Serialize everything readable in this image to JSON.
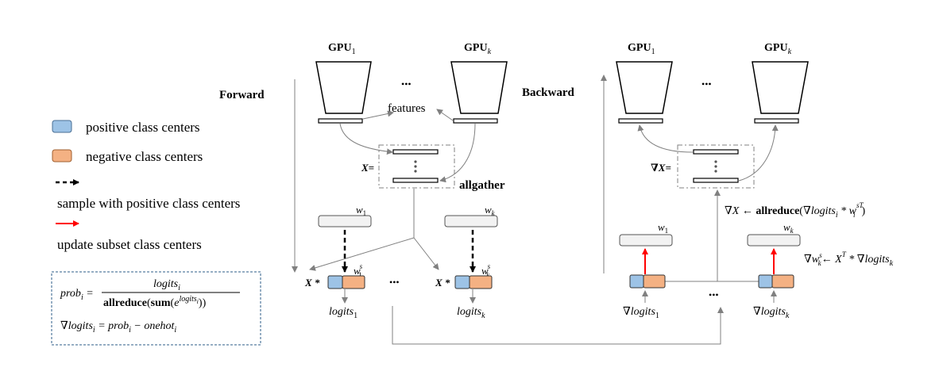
{
  "labels": {
    "forward": "Forward",
    "backward": "Backward",
    "gpu_base": "GPU",
    "gpu_first_sub": "1",
    "gpu_last_sub": "k",
    "ellipsis": "•••",
    "features": "features",
    "allgather": "allgather",
    "x_eq": "X=",
    "grad_x_eq": "∇X=",
    "x_star": "X *",
    "w1": "w",
    "w1_sub": "1",
    "wk": "w",
    "wk_sub": "k",
    "w1s": "w",
    "w1s_sub": "1",
    "w1s_sup": "s",
    "wks": "w",
    "wks_sub": "k",
    "wks_sup": "s",
    "logits1": "logits",
    "logits1_sub": "1",
    "logitsk": "logits",
    "logitsk_sub": "k",
    "grad_logits1": "∇logits",
    "grad_logits1_sub": "1",
    "grad_logitsk": "∇logits",
    "grad_logitsk_sub": "k"
  },
  "legend": {
    "positive": "positive class centers",
    "negative": "negative class centers",
    "sample": "sample with positive class centers",
    "update": "update subset class centers"
  },
  "formulas": {
    "prob_lhs": "prob",
    "prob_lhs_sub": "i",
    "prob_num": "logits",
    "prob_num_sub": "i",
    "prob_den_allreduce": "allreduce",
    "prob_den_sum": "sum",
    "prob_den_e": "e",
    "prob_den_exp": "logits",
    "prob_den_exp_sub": "i",
    "grad_lhs": "∇logits",
    "grad_lhs_sub": "i",
    "grad_rhs_prob": "prob",
    "grad_rhs_prob_sub": "i",
    "grad_rhs_onehot": "onehot",
    "grad_rhs_onehot_sub": "i",
    "grad_x_lhs": "∇X ←",
    "grad_x_allreduce": "allreduce",
    "grad_x_arg": "∇logits",
    "grad_x_arg_sub": "i",
    "grad_x_w": "w",
    "grad_x_w_sub": "i",
    "grad_x_w_sup": "sT",
    "grad_w_lhs": "∇w",
    "grad_w_lhs_sub": "k",
    "grad_w_lhs_sup": "s",
    "grad_w_rhs": "X",
    "grad_w_rhs_sup": "T",
    "grad_w_rhs2": "∇logits",
    "grad_w_rhs2_sub": "k"
  },
  "colors": {
    "positive": "#9dc3e6",
    "negative": "#f4b183",
    "update_arrow": "#ff0000",
    "line": "#808080",
    "box_border": "#2e5d8a"
  }
}
